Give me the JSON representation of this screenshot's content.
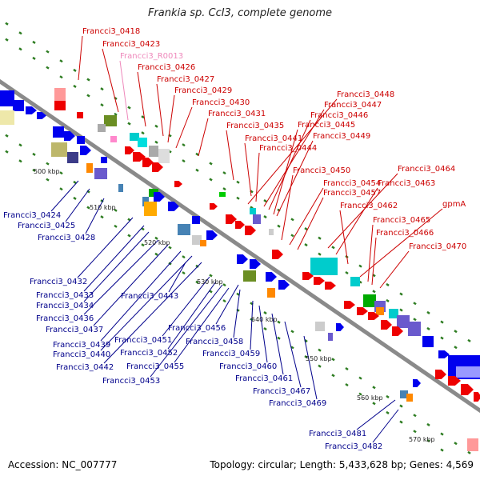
{
  "header": {
    "title": "Frankia sp. CcI3, complete genome"
  },
  "footer": {
    "accession": "Accession: NC_007777",
    "summary": "Topology: circular; Length: 5,433,628 bp; Genes: 4,569"
  },
  "scale_labels": [
    "500 kbp",
    "510 kbp",
    "520 kbp",
    "530 kbp",
    "540 kbp",
    "550 kbp",
    "560 kbp",
    "570 kbp"
  ],
  "forward_labels": [
    "Francci3_0418",
    "Francci3_0423",
    "Francci3_R0013",
    "Francci3_0426",
    "Francci3_0427",
    "Francci3_0429",
    "Francci3_0430",
    "Francci3_0431",
    "Francci3_0435",
    "Francci3_0441",
    "Francci3_0444",
    "Francci3_0448",
    "Francci3_0447",
    "Francci3_0446",
    "Francci3_0445",
    "Francci3_0449",
    "Francci3_0450",
    "Francci3_0454",
    "Francci3_0457",
    "Francci3_0464",
    "Francci3_0463",
    "Francci3_0462",
    "gpmA",
    "Francci3_0465",
    "Francci3_0466",
    "Francci3_0470"
  ],
  "reverse_labels": [
    "Francci3_0424",
    "Francci3_0425",
    "Francci3_0428",
    "Francci3_0432",
    "Francci3_0433",
    "Francci3_0434",
    "Francci3_0436",
    "Francci3_0437",
    "Francci3_0439",
    "Francci3_0440",
    "Francci3_0442",
    "Francci3_0443",
    "Francci3_0451",
    "Francci3_0452",
    "Francci3_0453",
    "Francci3_0455",
    "Francci3_0456",
    "Francci3_0458",
    "Francci3_0459",
    "Francci3_0460",
    "Francci3_0461",
    "Francci3_0467",
    "Francci3_0469",
    "Francci3_0481",
    "Francci3_0482"
  ],
  "colors": {
    "backbone": "#8a8a8a",
    "forward_label": "#cc0000",
    "rna_label": "#ee88bb",
    "reverse_label": "#00008b",
    "gc_dots": "#2e7d22"
  }
}
